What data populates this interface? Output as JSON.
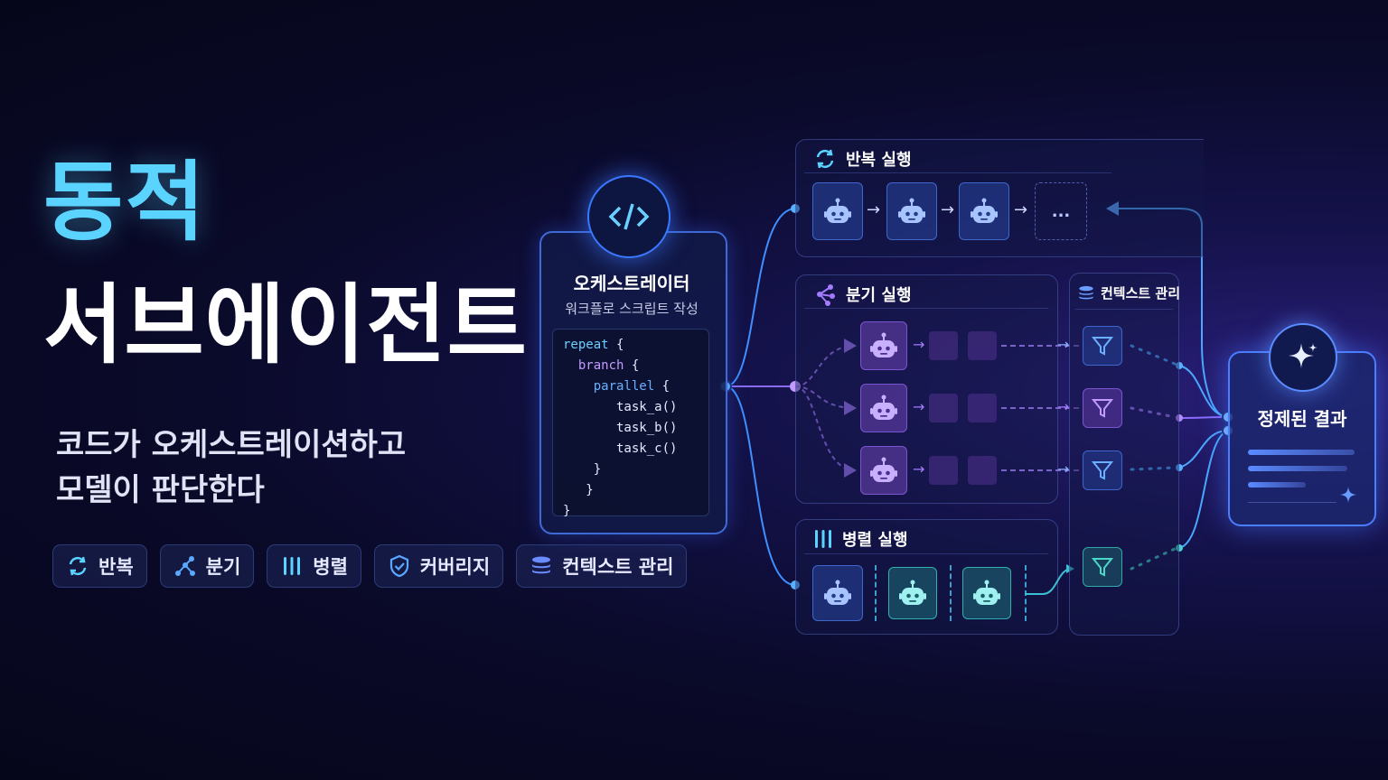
{
  "hero": {
    "title_line1": "동적",
    "title_line2": "서브에이전트",
    "subtitle_line1": "코드가 오케스트레이션하고",
    "subtitle_line2": "모델이 판단한다"
  },
  "chips": [
    {
      "label": "반복",
      "icon": "loop-icon"
    },
    {
      "label": "분기",
      "icon": "branch-icon"
    },
    {
      "label": "병렬",
      "icon": "parallel-icon"
    },
    {
      "label": "커버리지",
      "icon": "shield-icon"
    },
    {
      "label": "컨텍스트 관리",
      "icon": "stack-icon"
    }
  ],
  "orchestrator": {
    "title": "오케스트레이터",
    "subtitle": "워크플로 스크립트 작성",
    "code": [
      "repeat {",
      "  branch {",
      "    parallel {",
      "       task_a()",
      "       task_b()",
      "       task_c()",
      "    }",
      "   }",
      "}"
    ]
  },
  "sections": {
    "repeat": {
      "title": "반복 실행",
      "ellipsis": "..."
    },
    "branch": {
      "title": "분기 실행"
    },
    "parallel": {
      "title": "병렬 실행"
    },
    "context": {
      "title": "컨텍스트 관리"
    }
  },
  "result": {
    "label": "정제된 결과"
  },
  "colors": {
    "accent_cyan": "#5ad4ff",
    "accent_blue": "#3a78ff",
    "accent_purple": "#9b6bff",
    "accent_teal": "#2fb0b0"
  }
}
